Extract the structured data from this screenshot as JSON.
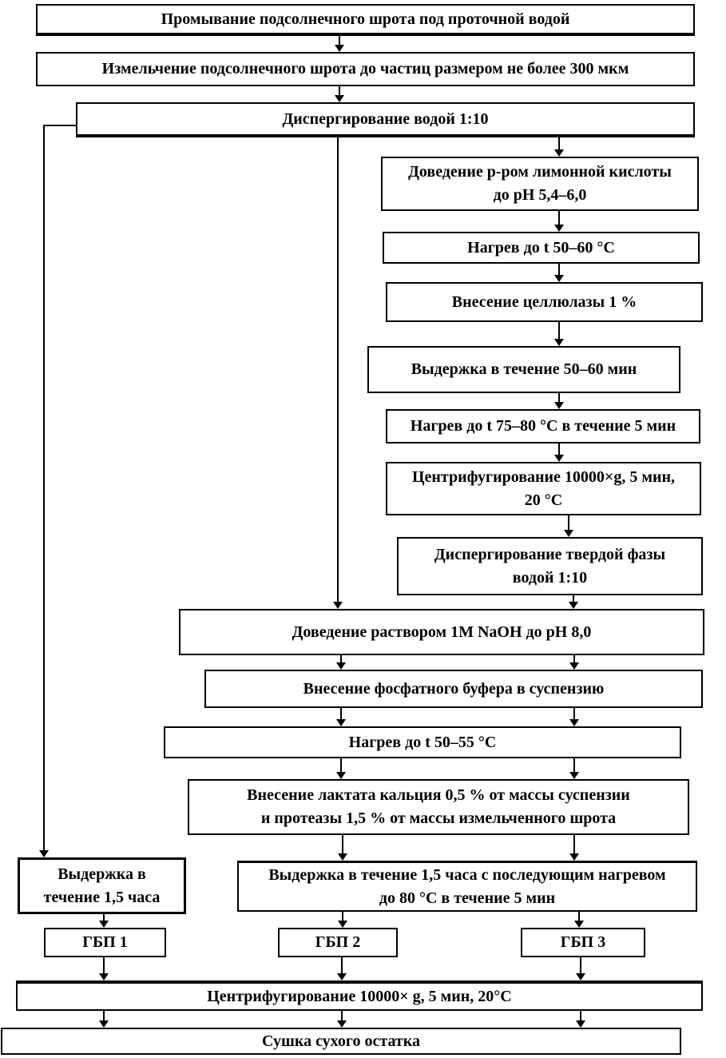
{
  "diagram": {
    "background_color": "#ffffff",
    "line_color": "#000000",
    "nodes": {
      "wash": {
        "label": "Промывание подсолнечного шрота  под проточной водой"
      },
      "grind": {
        "label": "Измельчение подсолнечного шрота  до частиц размером не более 300 мкм"
      },
      "disperse_water": {
        "label": "Диспергирование водой 1:10"
      },
      "citric_acid": {
        "label": "Доведение р-ром лимонной кислоты\nдо рН 5,4–6,0"
      },
      "heat_50_60": {
        "label": "Нагрев до t 50–60 °С"
      },
      "cellulase": {
        "label": "Внесение целлюлазы 1 %"
      },
      "hold_50_60": {
        "label": "Выдержка в течение 50–60 мин"
      },
      "heat_75_80": {
        "label": "Нагрев до t 75–80 °С в течение 5 мин"
      },
      "centrifuge_1": {
        "label": "Центрифугирование 10000×g, 5 мин,\n20 °С"
      },
      "disperse_solid": {
        "label": "Диспергирование твердой фазы\nводой 1:10"
      },
      "naoh": {
        "label": "Доведение раствором 1М NaOH до рН 8,0"
      },
      "phosphate_buffer": {
        "label": "Внесение фосфатного буфера в суспензию"
      },
      "heat_50_55": {
        "label": "Нагрев до t 50–55 °С"
      },
      "calcium_lactate": {
        "label": "Внесение лактата кальция 0,5 % от массы суспензии\nи протеазы 1,5 % от массы измельченного шрота"
      },
      "hold_90min": {
        "label": "Выдержка в\nтечение 1,5 часа"
      },
      "hold_90min_heat": {
        "label": "Выдержка в течение 1,5 часа с последующим нагревом\nдо 80 °С в течение 5 мин"
      },
      "gbp1": {
        "label": "ГБП 1"
      },
      "gbp2": {
        "label": "ГБП 2"
      },
      "gbp3": {
        "label": "ГБП 3"
      },
      "centrifuge_2": {
        "label": "Центрифугирование 10000× g, 5 мин, 20°С"
      },
      "drying": {
        "label": "Сушка сухого остатка"
      }
    }
  }
}
